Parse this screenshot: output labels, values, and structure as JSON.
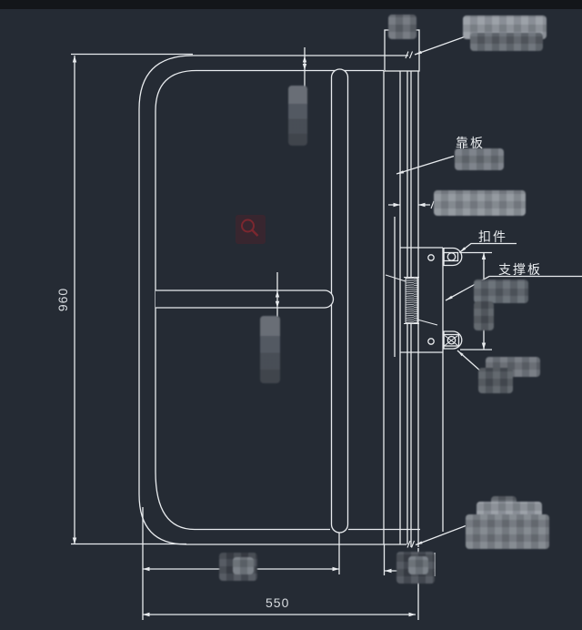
{
  "canvas": {
    "background": "#252B34",
    "top_strip": "#13161A",
    "line_color": "#E8EBEE"
  },
  "labels": {
    "back_plate": "靠板",
    "fastener": "扣件",
    "support_plate": "支撑板"
  },
  "dimensions": {
    "frame_height": "960",
    "frame_width": "550"
  },
  "watermark": {
    "icon": "magnifier-icon",
    "color": "#8C2F36"
  }
}
